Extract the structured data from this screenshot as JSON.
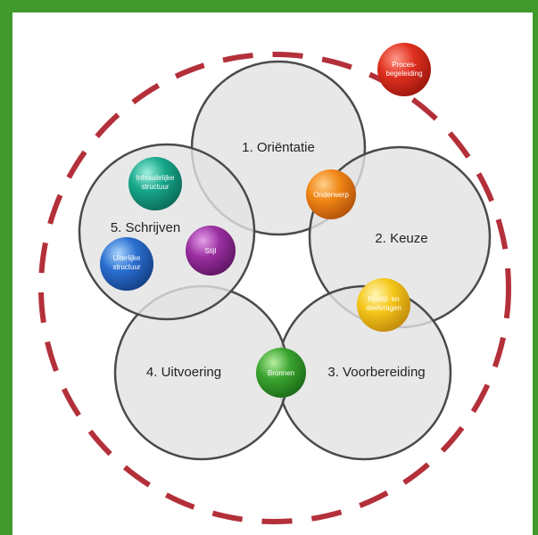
{
  "phases": [
    {
      "id": "orientatie",
      "label": "1. Oriëntatie"
    },
    {
      "id": "keuze",
      "label": "2. Keuze"
    },
    {
      "id": "voorbereiding",
      "label": "3. Voorbereiding"
    },
    {
      "id": "uitvoering",
      "label": "4. Uitvoering"
    },
    {
      "id": "schrijven",
      "label": "5. Schrijven"
    }
  ],
  "badges": [
    {
      "id": "procesbegeleiding",
      "line1": "Proces-",
      "line2": "begeleiding",
      "color": "#d92b1f"
    },
    {
      "id": "onderwerp",
      "line1": "Onderwerp",
      "line2": "",
      "color": "#ee7d12"
    },
    {
      "id": "hoofd-en-deelvragen",
      "line1": "Hoofd- en",
      "line2": "deelvragen",
      "color": "#f2c417"
    },
    {
      "id": "bronnen",
      "line1": "Bronnen",
      "line2": "",
      "color": "#3aa32f"
    },
    {
      "id": "inhoudelijke-structuur",
      "line1": "Inhoudelijke",
      "line2": "structuur",
      "color": "#16a78a"
    },
    {
      "id": "stijl",
      "line1": "Stijl",
      "line2": "",
      "color": "#9a2fa0"
    },
    {
      "id": "uiterlijke-structuur",
      "line1": "Uiterlijke",
      "line2": "structuur",
      "color": "#2a6fcf"
    }
  ],
  "colors": {
    "border": "#3f9a2b",
    "dashed_ring": "#b3303a",
    "circle_fill": "#e2e2e2",
    "circle_stroke": "#4a4a4a"
  }
}
